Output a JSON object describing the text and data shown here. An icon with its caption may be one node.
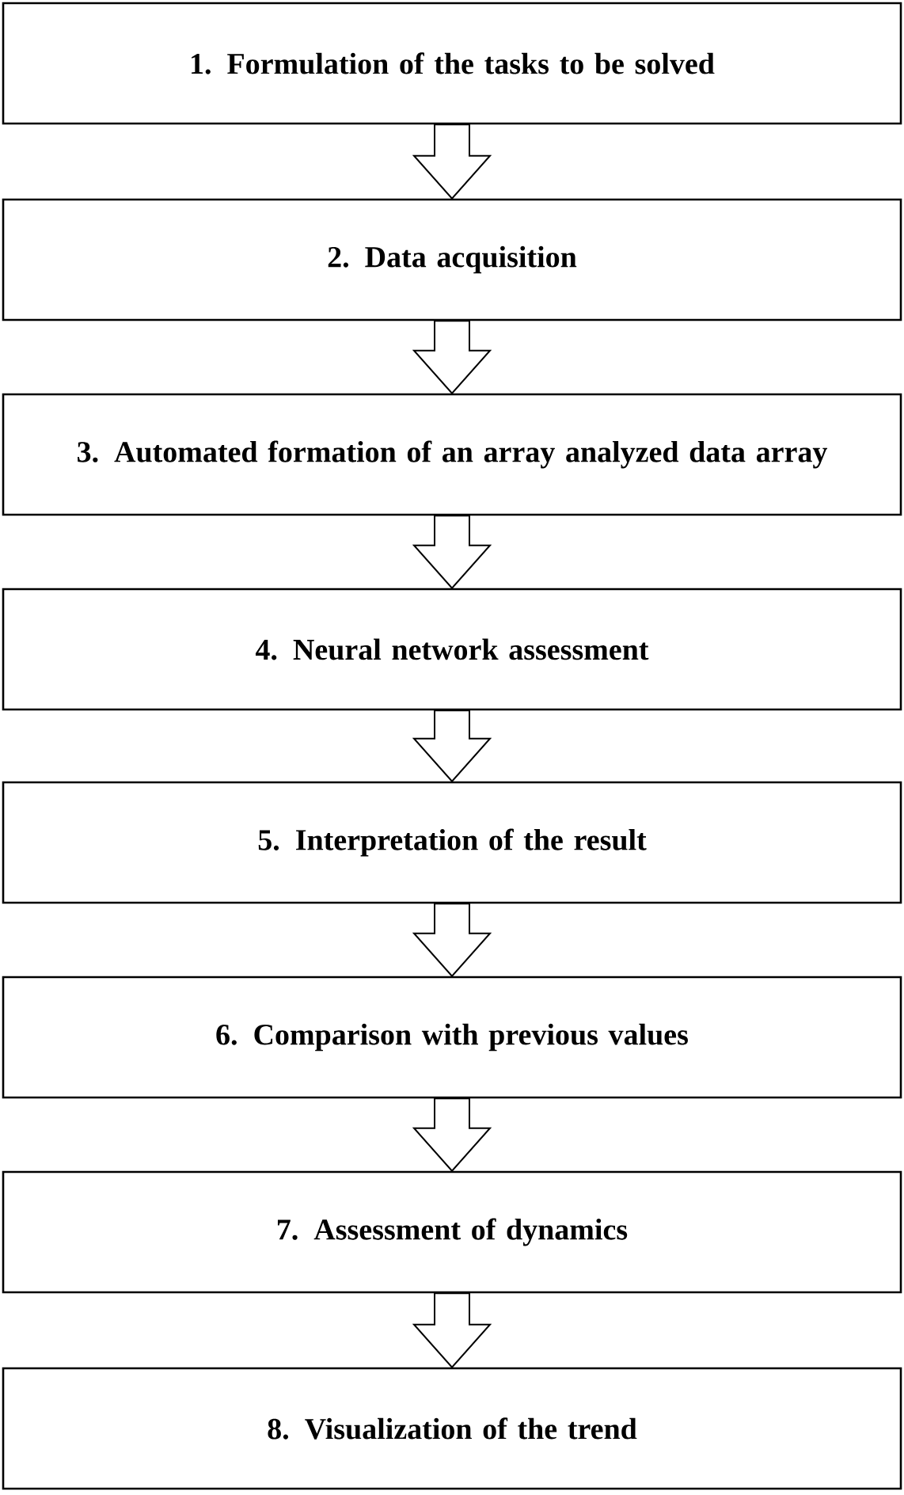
{
  "diagram": {
    "nodes": [
      {
        "text": [
          "1. Formulation of the tasks to be solved"
        ]
      },
      {
        "text": [
          "2. Data acquisition"
        ]
      },
      {
        "text": [
          "3. Automated formation of an array analyzed data array"
        ]
      },
      {
        "text": [
          "4. Neural network assessment"
        ]
      },
      {
        "text": [
          "5. Interpretation of the result"
        ]
      },
      {
        "text": [
          "6. Comparison with previous values"
        ]
      },
      {
        "text": [
          "7. Assessment of dynamics"
        ]
      },
      {
        "text": [
          "8. Visualization of the trend"
        ]
      }
    ],
    "edges": [
      {
        "from": 0,
        "to": 1,
        "arrow": "to"
      },
      {
        "from": 1,
        "to": 2,
        "arrow": "to"
      },
      {
        "from": 2,
        "to": 3,
        "arrow": "to"
      },
      {
        "from": 3,
        "to": 4,
        "arrow": "to"
      },
      {
        "from": 4,
        "to": 5,
        "arrow": "to"
      },
      {
        "from": 5,
        "to": 6,
        "arrow": "to"
      },
      {
        "from": 6,
        "to": 7,
        "arrow": "to"
      }
    ]
  }
}
